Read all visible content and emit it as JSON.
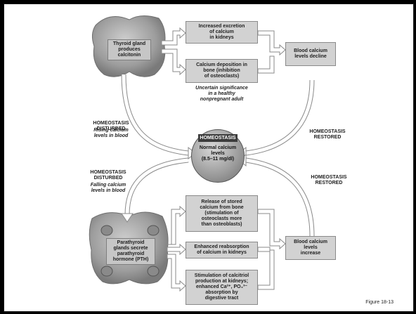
{
  "thyroid": {
    "label": "Thyroid gland\nproduces\ncalcitonin"
  },
  "parathyroid": {
    "label": "Parathyroid\nglands secrete\nparathyroid\nhormone (PTH)"
  },
  "top_effects": [
    "Increased excretion\nof calcium\nin kidneys",
    "Calcium deposition in\nbone (inhibition\nof osteoclasts)"
  ],
  "top_note": "Uncertain significance\nin a healthy\nnonpregnant adult",
  "top_result": "Blood calcium\nlevels decline",
  "bottom_effects": [
    "Release of stored\ncalcium from bone\n(stimulation of\nosteoclasts more\nthan osteoblasts)",
    "Enhanced reabsorption\nof calcium in kidneys",
    "Stimulation of calcitriol\nproduction at kidneys;\nenhanced Ca²⁺, PO₄³⁻\nabsorption by\ndigestive tract"
  ],
  "bottom_result": "Blood calcium\nlevels\nincrease",
  "disturbed_top": {
    "title": "HOMEOSTASIS\nDISTURBED",
    "subtitle": "Rising calcium\nlevels in blood"
  },
  "restored_top": {
    "title": "HOMEOSTASIS\nRESTORED"
  },
  "disturbed_bottom": {
    "title": "HOMEOSTASIS\nDISTURBED",
    "subtitle": "Falling calcium\nlevels in blood"
  },
  "restored_bottom": {
    "title": "HOMEOSTASIS\nRESTORED"
  },
  "center": {
    "title": "HOMEOSTASIS",
    "text": "Normal calcium\nlevels\n(8.5–11 mg/dl)"
  },
  "caption": "Figure 18-13"
}
